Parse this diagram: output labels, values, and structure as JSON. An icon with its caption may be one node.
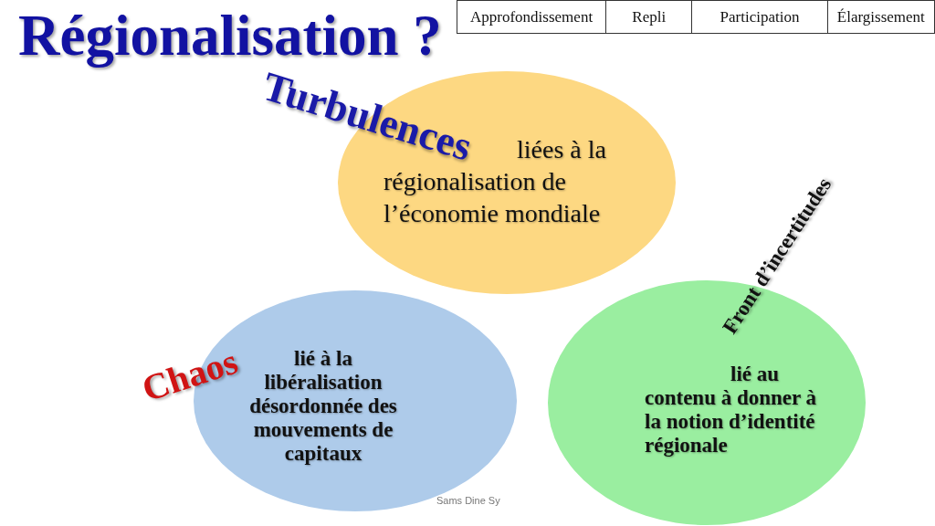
{
  "diagram": {
    "title": "Régionalisation ?",
    "nodes": [
      {
        "text": [
          "Turbulences",
          "liées à la régionalisation de l’économie mondiale"
        ]
      },
      {
        "text": [
          "Chaos",
          "lié à la libéralisation désordonnée des mouvements de capitaux"
        ]
      },
      {
        "text": [
          "Front d’incertitudes",
          "lié au contenu à donner à la notion d’identité régionale"
        ]
      }
    ],
    "labels": [
      "Approfondissement",
      "Repli",
      "Participation",
      "Élargissement",
      "Sams Dine Sy"
    ]
  }
}
